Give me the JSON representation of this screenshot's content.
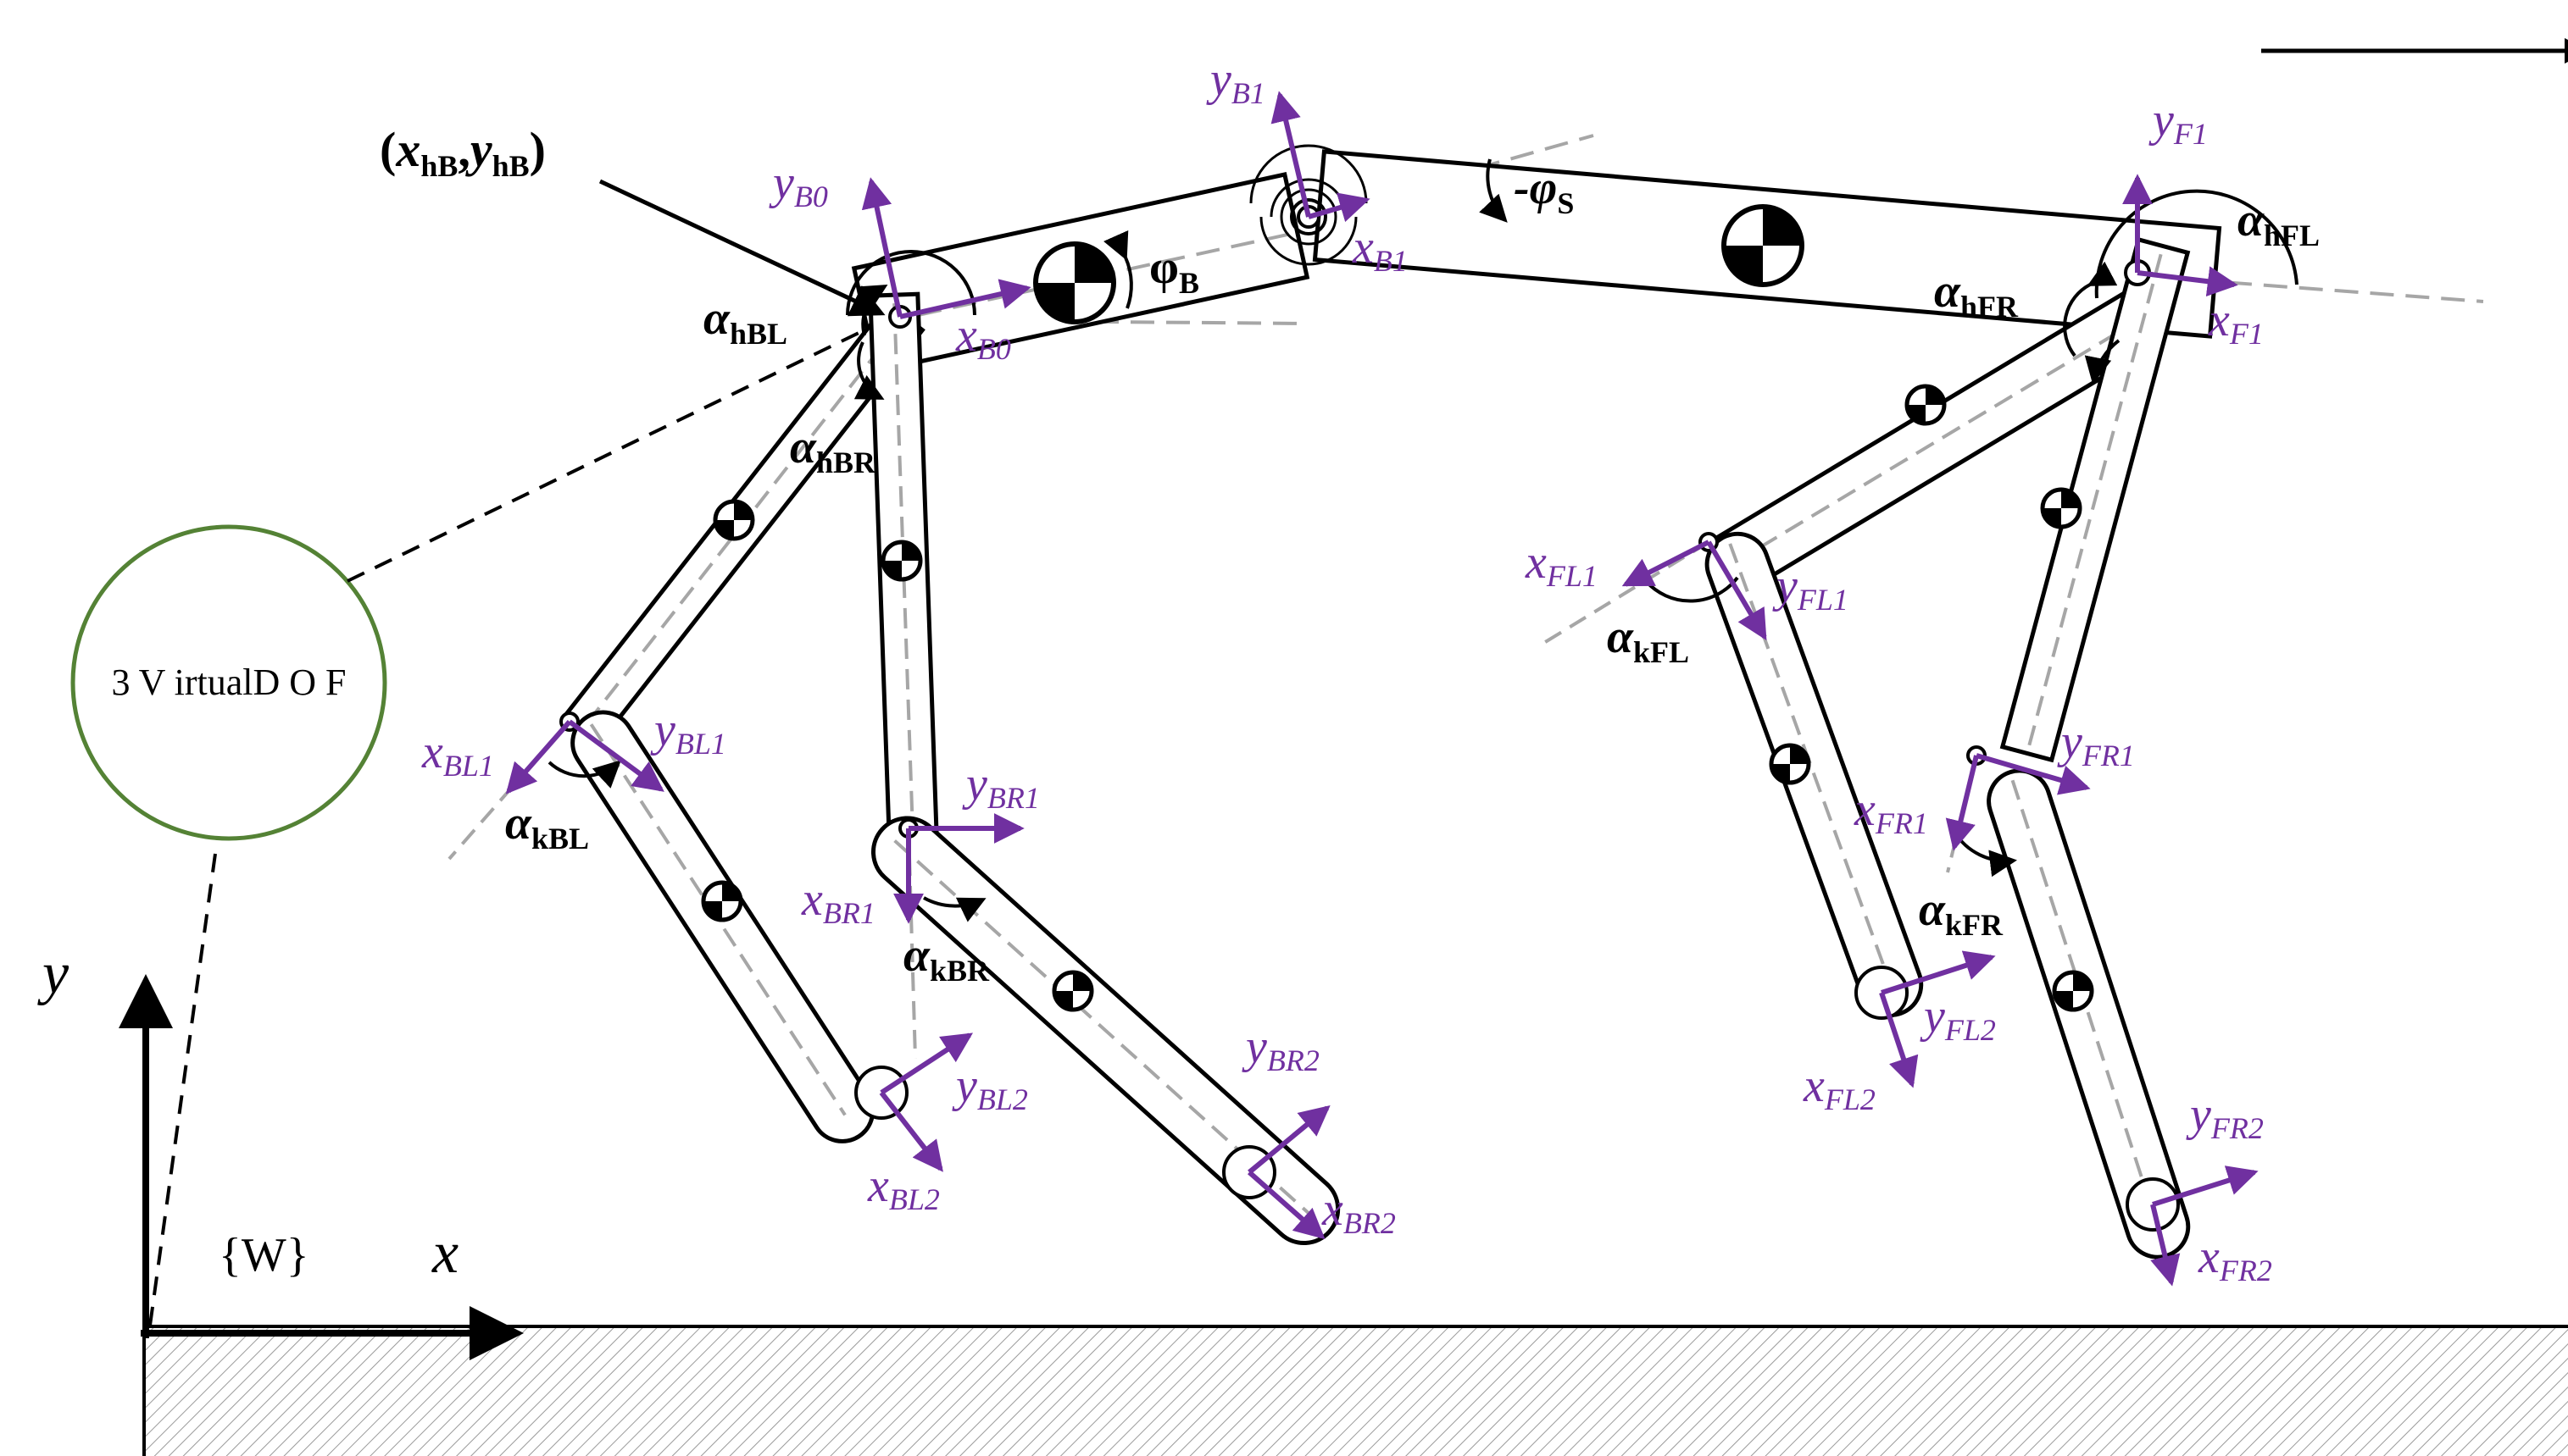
{
  "colors": {
    "frame": "#7030a0",
    "ink": "#000000",
    "guide": "#a6a6a6",
    "circle": "#548235"
  },
  "virtual_dof": "3 V irtualD O F",
  "world": {
    "frame": "{W}",
    "x": "x",
    "y": "y"
  },
  "hip_point": {
    "open": "(",
    "x": "x",
    "xs": "hB",
    "comma": ",",
    "y": "y",
    "ys": "hB",
    "close": ")"
  },
  "frames": {
    "B0": {
      "y": "y",
      "ys": "B0",
      "x": "x",
      "xs": "B0"
    },
    "B1": {
      "y": "y",
      "ys": "B1",
      "x": "x",
      "xs": "B1"
    },
    "F1": {
      "y": "y",
      "ys": "F1",
      "x": "x",
      "xs": "F1"
    },
    "BL1": {
      "y": "y",
      "ys": "BL1",
      "x": "x",
      "xs": "BL1"
    },
    "BL2": {
      "y": "y",
      "ys": "BL2",
      "x": "x",
      "xs": "BL2"
    },
    "BR1": {
      "y": "y",
      "ys": "BR1",
      "x": "x",
      "xs": "BR1"
    },
    "BR2": {
      "y": "y",
      "ys": "BR2",
      "x": "x",
      "xs": "BR2"
    },
    "FL1": {
      "y": "y",
      "ys": "FL1",
      "x": "x",
      "xs": "FL1"
    },
    "FL2": {
      "y": "y",
      "ys": "FL2",
      "x": "x",
      "xs": "FL2"
    },
    "FR1": {
      "y": "y",
      "ys": "FR1",
      "x": "x",
      "xs": "FR1"
    },
    "FR2": {
      "y": "y",
      "ys": "FR2",
      "x": "x",
      "xs": "FR2"
    }
  },
  "angles": {
    "hBL": {
      "sym": "α",
      "sub": "hBL"
    },
    "hBR": {
      "sym": "α",
      "sub": "hBR"
    },
    "hFL": {
      "sym": "α",
      "sub": "hFL"
    },
    "hFR": {
      "sym": "α",
      "sub": "hFR"
    },
    "kBL": {
      "sym": "α",
      "sub": "kBL"
    },
    "kBR": {
      "sym": "α",
      "sub": "kBR"
    },
    "kFL": {
      "sym": "α",
      "sub": "kFL"
    },
    "kFR": {
      "sym": "α",
      "sub": "kFR"
    },
    "phiB": {
      "sym": "φ",
      "sub": "B"
    },
    "phiS": {
      "sym": "-φ",
      "sub": "S"
    }
  }
}
